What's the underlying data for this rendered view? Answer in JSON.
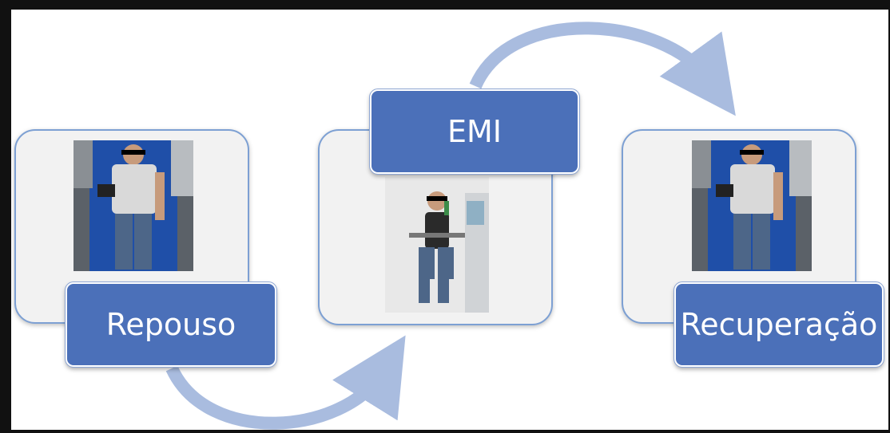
{
  "colors": {
    "label_fill": "#4b70b9",
    "card_fill": "#f2f2f2",
    "card_border": "#7da0d3",
    "arrow": "#a9bcdf"
  },
  "steps": [
    {
      "label": "Repouso",
      "photo_icon": "person-lying-on-bed-photo"
    },
    {
      "label": "EMI",
      "photo_icon": "person-seated-with-device-photo"
    },
    {
      "label": "Recuperação",
      "photo_icon": "person-lying-on-bed-photo"
    }
  ]
}
